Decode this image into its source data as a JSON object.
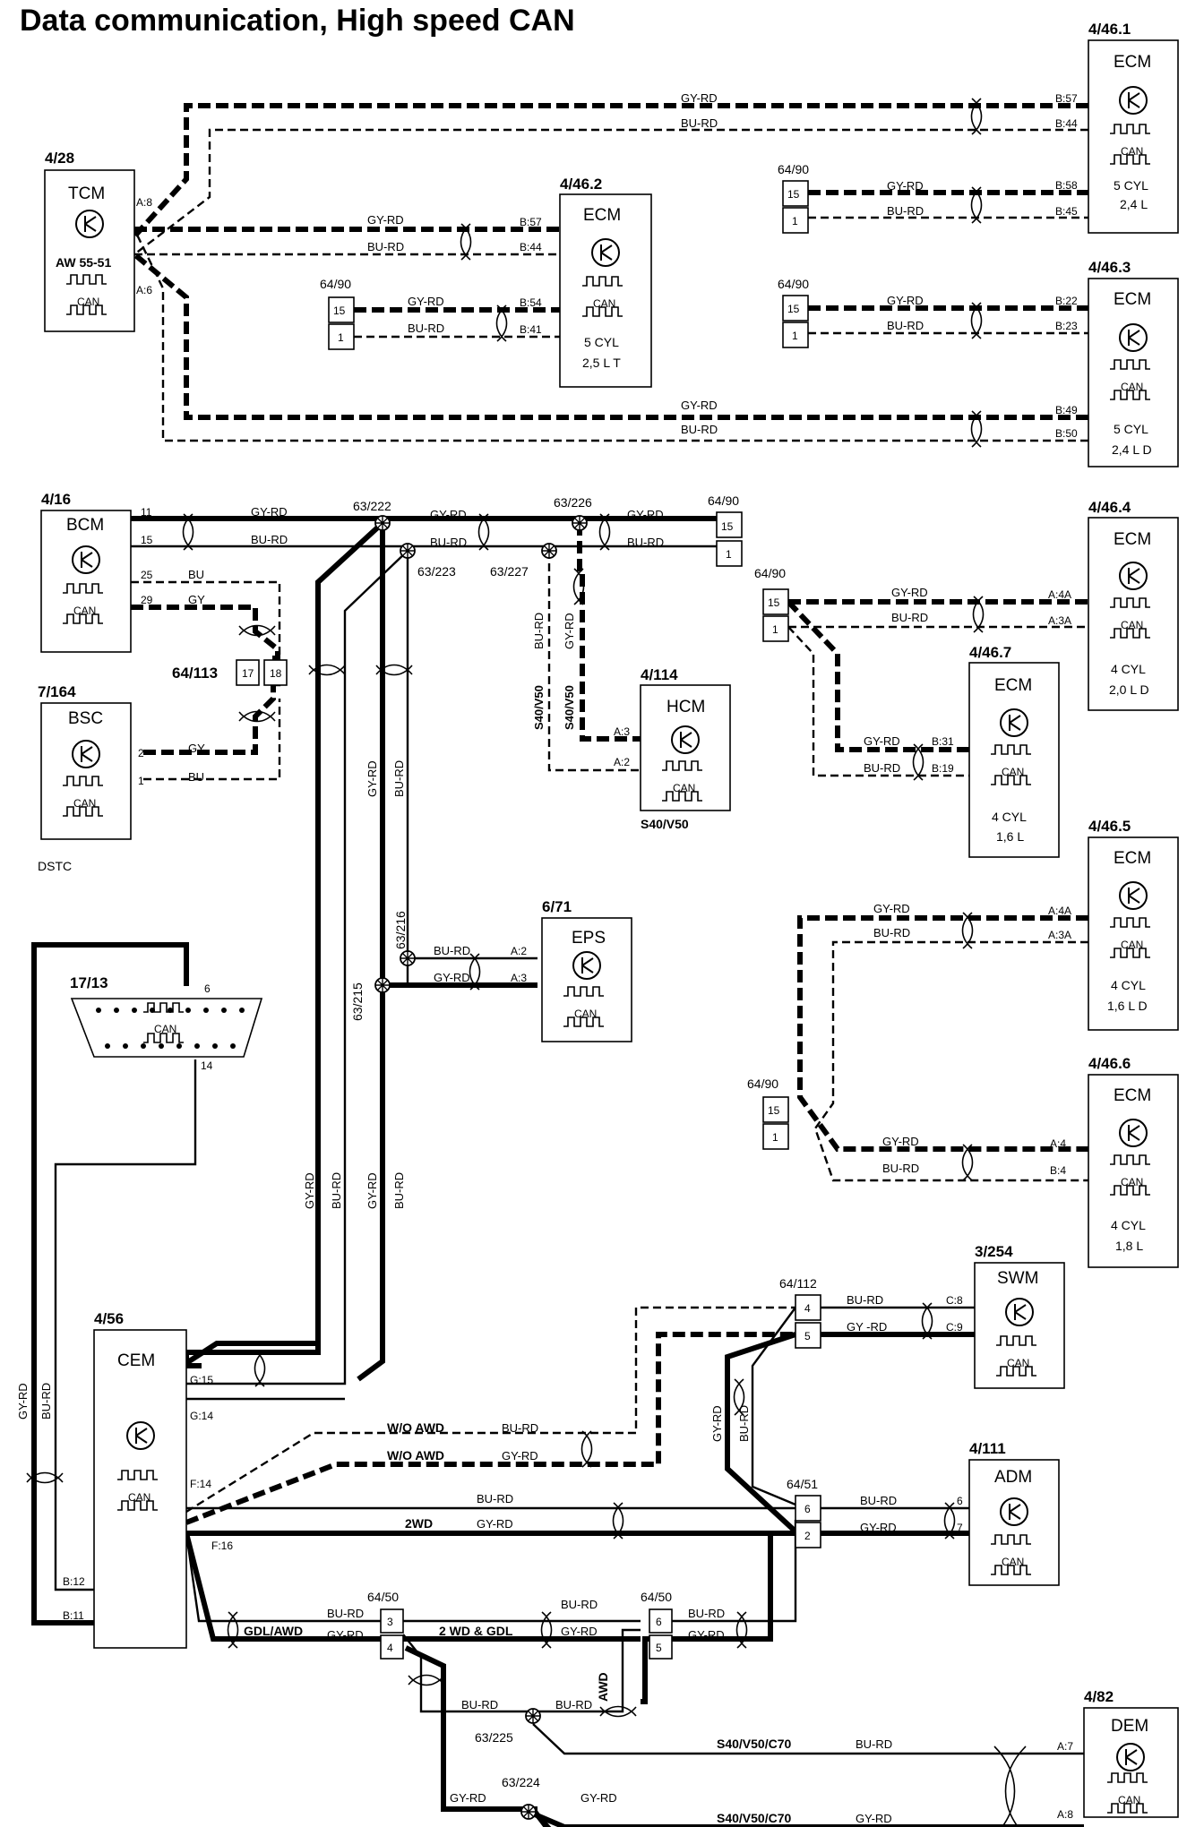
{
  "title": "Data communication, High speed CAN",
  "labels": {
    "can": "CAN",
    "gy_rd": "GY-RD",
    "bu_rd": "BU-RD",
    "gy": "GY",
    "bu": "BU",
    "gy_rd_spaced": "GY -RD"
  },
  "modules": {
    "tcm": {
      "ref": "4/28",
      "name": "TCM",
      "sub": "AW 55-51"
    },
    "ecm_4461": {
      "ref": "4/46.1",
      "name": "ECM",
      "l1": "5 CYL",
      "l2": "2,4 L"
    },
    "ecm_4462": {
      "ref": "4/46.2",
      "name": "ECM",
      "l1": "5 CYL",
      "l2": "2,5 L T"
    },
    "ecm_4463": {
      "ref": "4/46.3",
      "name": "ECM",
      "l1": "5 CYL",
      "l2": "2,4 L D"
    },
    "bcm": {
      "ref": "4/16",
      "name": "BCM"
    },
    "bsc": {
      "ref": "7/164",
      "name": "BSC",
      "below": "DSTC"
    },
    "hcm": {
      "ref": "4/114",
      "name": "HCM",
      "below": "S40/V50"
    },
    "ecm_4464": {
      "ref": "4/46.4",
      "name": "ECM",
      "l1": "4 CYL",
      "l2": "2,0 L D"
    },
    "ecm_4467": {
      "ref": "4/46.7",
      "name": "ECM",
      "l1": "4 CYL",
      "l2": "1,6 L"
    },
    "ecm_4465": {
      "ref": "4/46.5",
      "name": "ECM",
      "l1": "4 CYL",
      "l2": "1,6 L D"
    },
    "ecm_4466": {
      "ref": "4/46.6",
      "name": "ECM",
      "l1": "4 CYL",
      "l2": "1,8 L"
    },
    "eps": {
      "ref": "6/71",
      "name": "EPS"
    },
    "dlc": {
      "ref": "17/13"
    },
    "cem": {
      "ref": "4/56",
      "name": "CEM"
    },
    "swm": {
      "ref": "3/254",
      "name": "SWM"
    },
    "adm": {
      "ref": "4/111",
      "name": "ADM"
    },
    "dem": {
      "ref": "4/82",
      "name": "DEM",
      "below": "S40/V50/C70"
    }
  },
  "connectors": {
    "c6490": "64/90",
    "c64113": "64/113",
    "c64112": "64/112",
    "c6451": "64/51",
    "c6450": "64/50"
  },
  "junctions": {
    "j63222": "63/222",
    "j63226": "63/226",
    "j63223": "63/223",
    "j63227": "63/227",
    "j63216": "63/216",
    "j63215": "63/215",
    "j63225": "63/225",
    "j63224": "63/224"
  },
  "pins": {
    "a8": "A:8",
    "a6": "A:6",
    "b57": "B:57",
    "b44": "B:44",
    "b58": "B:58",
    "b45": "B:45",
    "b54": "B:54",
    "b41": "B:41",
    "b22": "B:22",
    "b23": "B:23",
    "b49": "B:49",
    "b50": "B:50",
    "p11": "11",
    "p15": "15",
    "p25": "25",
    "p29": "29",
    "p2": "2",
    "p1": "1",
    "p17": "17",
    "p18": "18",
    "p4": "4",
    "p5": "5",
    "p6": "6",
    "p3": "3",
    "p7": "7",
    "p14": "14",
    "a3": "A:3",
    "a2": "A:2",
    "a4a": "A:4A",
    "a3a": "A:3A",
    "a4": "A:4",
    "b4": "B:4",
    "b31": "B:31",
    "b19": "B:19",
    "g15": "G:15",
    "g14": "G:14",
    "f14": "F:14",
    "f16": "F:16",
    "b12": "B:12",
    "b11": "B:11",
    "c8": "C:8",
    "c9": "C:9",
    "a7": "A:7",
    "a8b": "A:8"
  },
  "notes": {
    "s40v50": "S40/V50",
    "wo_awd": "W/O AWD",
    "two_wd": "2WD",
    "gdl_awd": "GDL/AWD",
    "two_wd_gdl": "2 WD & GDL",
    "awd": "AWD",
    "s40v50c70": "S40/V50/C70"
  }
}
